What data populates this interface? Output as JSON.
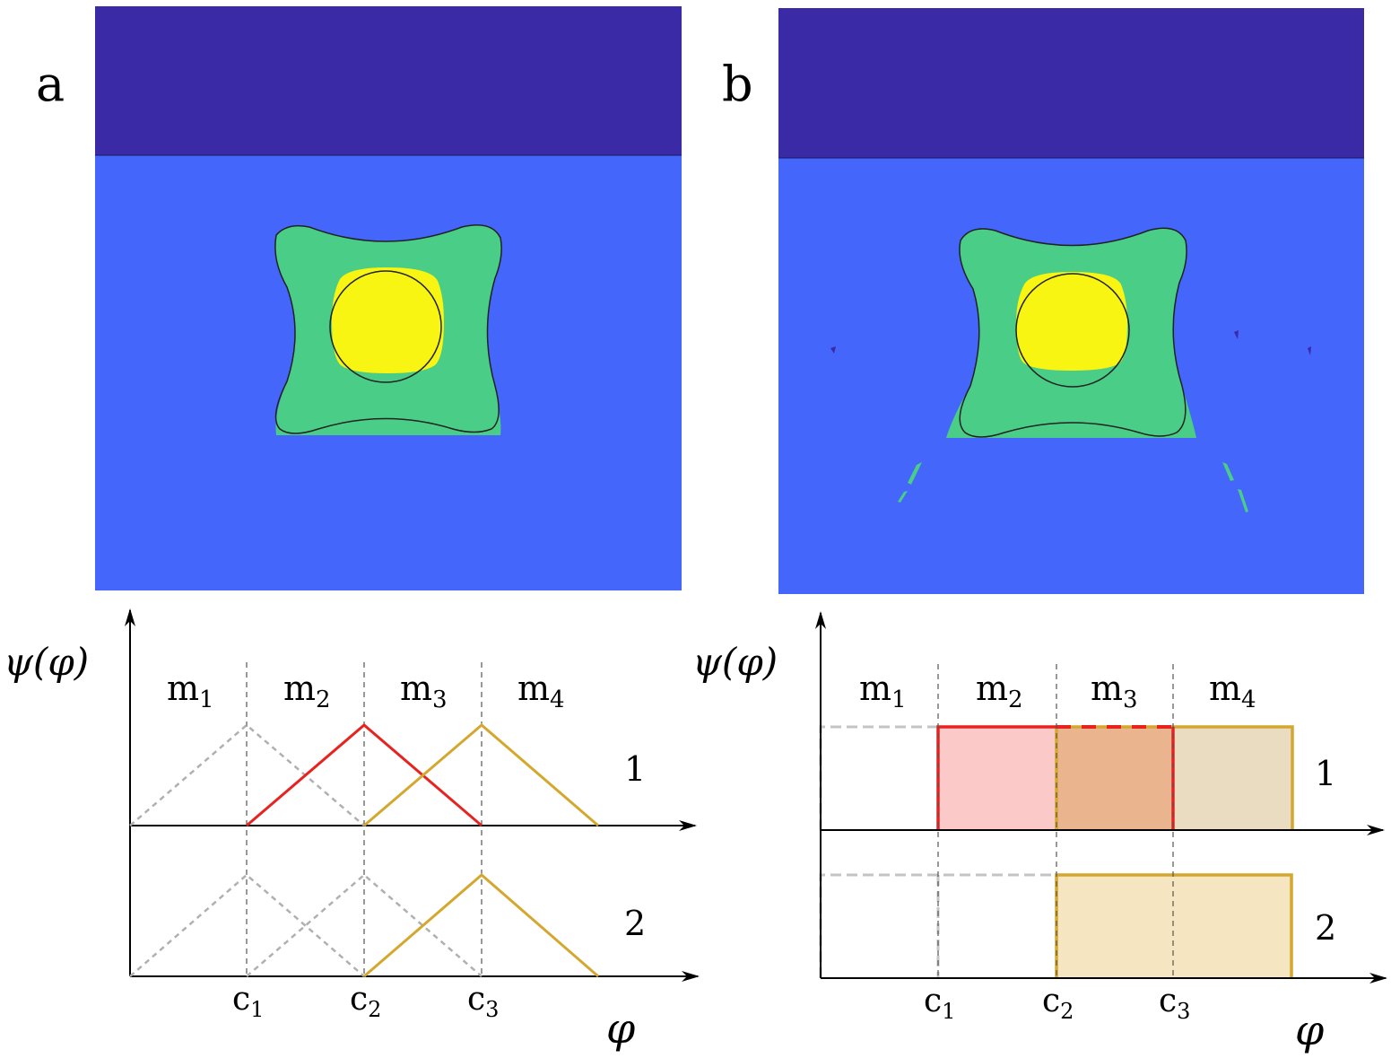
{
  "panels": [
    {
      "letter": "a",
      "axis_label_y": "ψ(φ)",
      "axis_label_x": "φ",
      "materials": [
        {
          "base": "m",
          "sub": "1"
        },
        {
          "base": "m",
          "sub": "2"
        },
        {
          "base": "m",
          "sub": "3"
        },
        {
          "base": "m",
          "sub": "4"
        }
      ],
      "centers": [
        {
          "base": "c",
          "sub": "1"
        },
        {
          "base": "c",
          "sub": "2"
        },
        {
          "base": "c",
          "sub": "3"
        }
      ],
      "row_labels": [
        "1",
        "2"
      ],
      "shape_functions": "hat"
    },
    {
      "letter": "b",
      "axis_label_y": "ψ(φ)",
      "axis_label_x": "φ",
      "materials": [
        {
          "base": "m",
          "sub": "1"
        },
        {
          "base": "m",
          "sub": "2"
        },
        {
          "base": "m",
          "sub": "3"
        },
        {
          "base": "m",
          "sub": "4"
        }
      ],
      "centers": [
        {
          "base": "c",
          "sub": "1"
        },
        {
          "base": "c",
          "sub": "2"
        },
        {
          "base": "c",
          "sub": "3"
        }
      ],
      "row_labels": [
        "1",
        "2"
      ],
      "shape_functions": "box"
    }
  ],
  "colors": {
    "dark_blue": "#3a2aa6",
    "blue": "#4466fb",
    "green": "#4acd87",
    "yellow": "#f8f512",
    "red": "#e8231f",
    "gold": "#d4a72e",
    "gray_dashed": "#b0b0b0",
    "red_fill": "#fcc9c9",
    "orange_fill": "#eab58e",
    "tan_fill": "#eadcc0",
    "gold_fill": "#f5e5c0"
  }
}
